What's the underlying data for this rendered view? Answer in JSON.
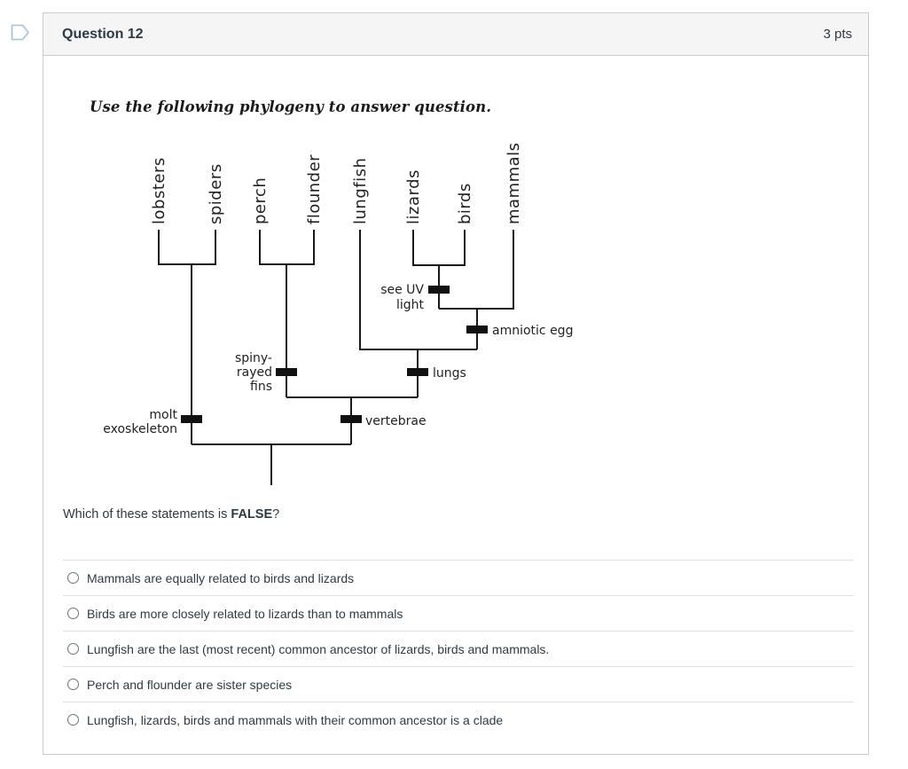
{
  "header": {
    "title": "Question 12",
    "points": "3 pts"
  },
  "icons": {
    "flag": "flag-question-outline"
  },
  "instruction": "Use the following phylogeny to answer question.",
  "diagram": {
    "taxa": [
      "lobsters",
      "spiders",
      "perch",
      "flounder",
      "lungfish",
      "lizards",
      "birds",
      "mammals"
    ],
    "traits": {
      "see_uv": [
        "see UV",
        "light"
      ],
      "amniotic_egg": "amniotic egg",
      "lungs": "lungs",
      "spiny_rayed_fins": [
        "spiny-",
        "rayed",
        "fins"
      ],
      "molt_exoskeleton": [
        "molt",
        "exoskeleton"
      ],
      "vertebrae": "vertebrae"
    }
  },
  "question": {
    "prefix": "Which of these statements is ",
    "emphasis": "FALSE",
    "suffix": "?"
  },
  "options": [
    "Mammals are equally related to birds and lizards",
    "Birds are more closely related to lizards than to mammals",
    "Lungfish are the last (most recent) common ancestor of lizards, birds and mammals.",
    "Perch and flounder are sister species",
    "Lungfish, lizards, birds and mammals with their common ancestor is a clade"
  ],
  "colors": {
    "text": "#2d3b45",
    "card_border": "#c7cdd1",
    "header_background": "#f5f5f5",
    "divider": "#dce0e3",
    "flag_accent": "#9ec1dd",
    "diagram_ink": "#1a1a1a"
  }
}
